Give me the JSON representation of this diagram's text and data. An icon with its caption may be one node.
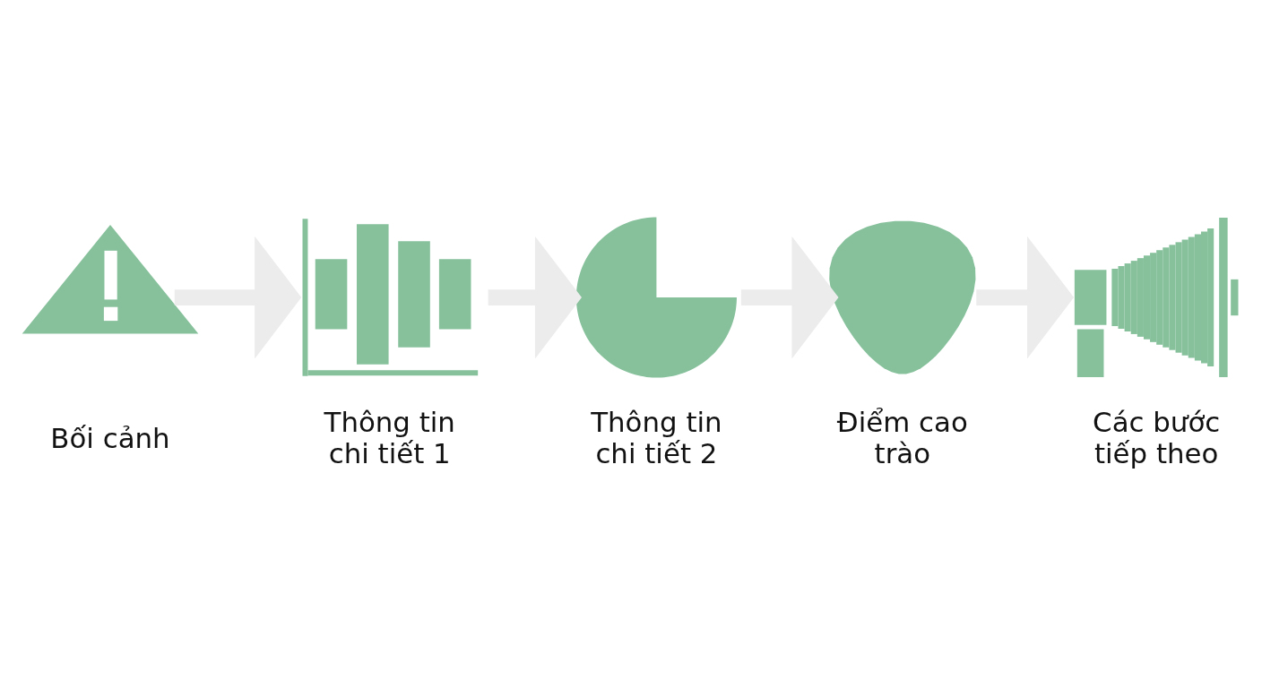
{
  "diagram": {
    "nodes": [
      {
        "text": [],
        "shape": "picture",
        "beside": [
          "Bối cảnh"
        ]
      },
      {
        "text": [],
        "shape": "picture",
        "beside": [
          "Thông tin chi tiết 1"
        ]
      },
      {
        "text": [],
        "shape": "picture",
        "beside": [
          "Thông tin chi tiết 2"
        ]
      },
      {
        "text": [],
        "shape": "picture",
        "beside": [
          "Điểm cao trào"
        ]
      },
      {
        "text": [],
        "shape": "picture",
        "beside": [
          "Các bước tiếp theo"
        ]
      }
    ],
    "edges": [
      {
        "from": 0,
        "to": 1,
        "arrow": "to"
      },
      {
        "from": 1,
        "to": 2,
        "arrow": "to"
      },
      {
        "from": 2,
        "to": 3,
        "arrow": "to"
      },
      {
        "from": 3,
        "to": 4,
        "arrow": "to"
      }
    ]
  }
}
